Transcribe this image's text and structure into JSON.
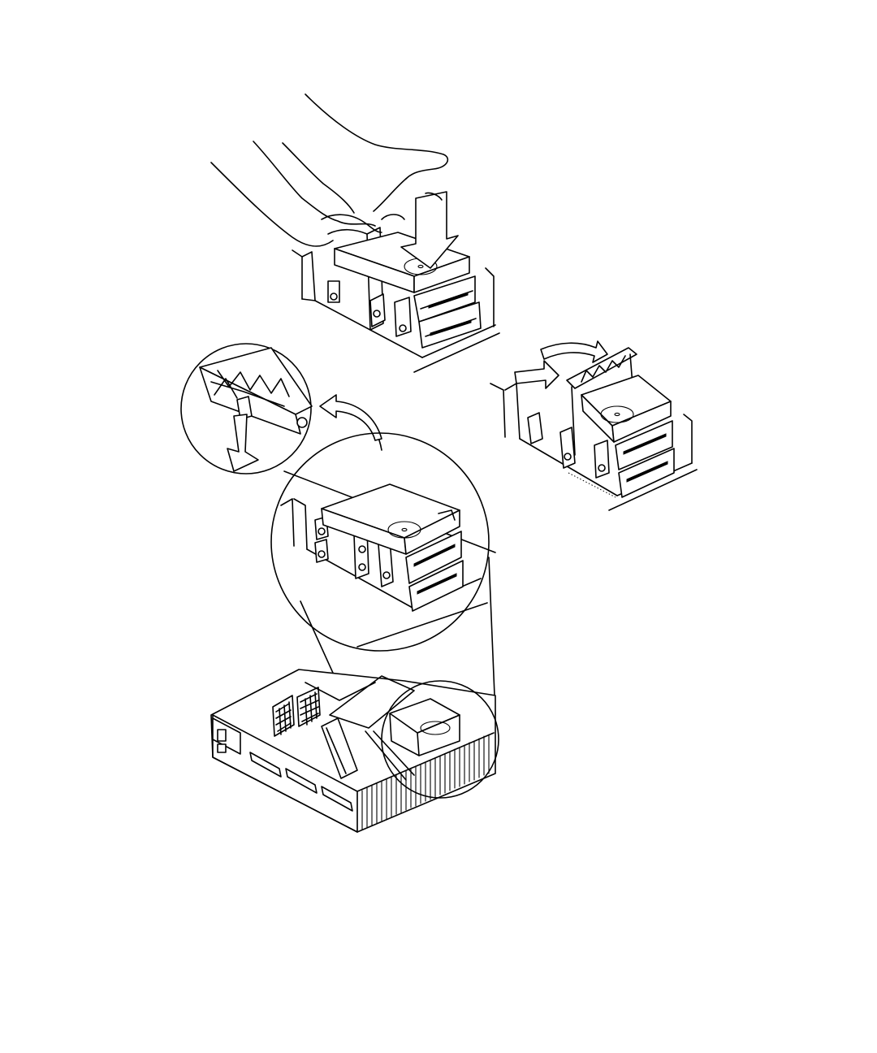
{
  "figure": {
    "panels": [
      {
        "name": "press-drive-down"
      },
      {
        "name": "release-latch-detail"
      },
      {
        "name": "swing-bracket-open"
      },
      {
        "name": "drive-bay-closeup"
      },
      {
        "name": "system-chassis-overview"
      }
    ],
    "arrows": [
      {
        "name": "push-down-arrow",
        "direction": "down"
      },
      {
        "name": "pull-latch-arrow",
        "direction": "down-left"
      },
      {
        "name": "detail-callout-arrow",
        "direction": "up-left"
      },
      {
        "name": "rotate-bracket-arrow",
        "direction": "right"
      },
      {
        "name": "slide-bracket-arrow",
        "direction": "right"
      }
    ]
  }
}
